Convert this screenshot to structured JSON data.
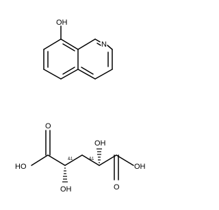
{
  "molecules": [
    {
      "labels": {
        "hydroxyl": "OH",
        "nitrogen": "N"
      }
    },
    {
      "labels": {
        "acid_left_o": "O",
        "acid_left_oh": "HO",
        "acid_right_o": "O",
        "acid_right_oh": "OH",
        "oh_upper": "OH",
        "oh_lower": "OH",
        "stereo_left": "&1",
        "stereo_right": "&1"
      }
    }
  ]
}
